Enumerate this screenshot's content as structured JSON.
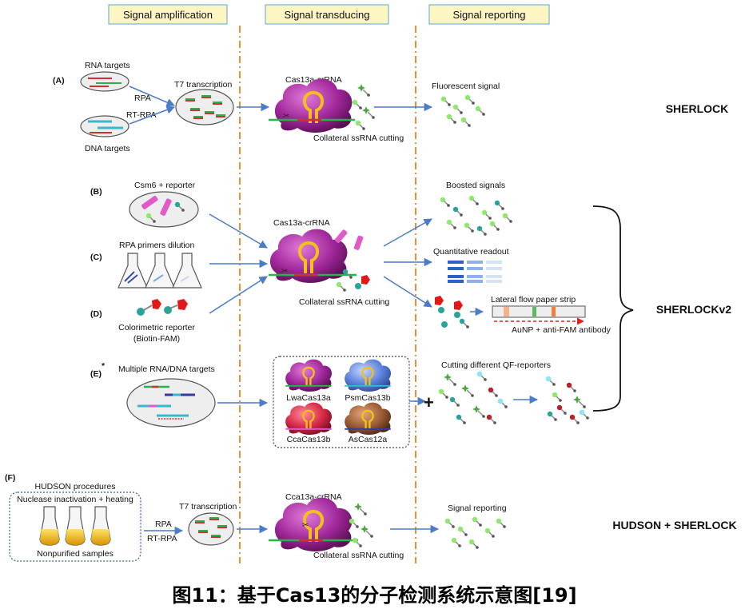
{
  "headers": {
    "amplification": "Signal amplification",
    "transducing": "Signal transducing",
    "reporting": "Signal reporting"
  },
  "panels": {
    "a": {
      "label": "(A)",
      "rna_targets": "RNA targets",
      "dna_targets": "DNA targets",
      "rpa": "RPA",
      "rt_rpa": "RT-RPA",
      "t7": "T7 transcription",
      "enzyme": "Cas13a-crRNA",
      "collateral": "Collateral ssRNA cutting",
      "signal": "Fluorescent  signal",
      "method": "SHERLOCK"
    },
    "b": {
      "label": "(B)",
      "title": "Csm6 + reporter"
    },
    "c": {
      "label": "(C)",
      "title": "RPA primers dilution"
    },
    "d": {
      "label": "(D)",
      "title1": "Colorimetric reporter",
      "title2": "(Biotin-FAM)"
    },
    "bcd": {
      "enzyme": "Cas13a-crRNA",
      "collateral": "Collateral ssRNA cutting",
      "boosted": "Boosted signals",
      "quantitative": "Quantitative readout",
      "lateral": "Lateral flow paper strip",
      "aunp": "AuNP + anti-FAM antibody",
      "method": "SHERLOCKv2"
    },
    "e": {
      "label": "(E)",
      "asterisk": "*",
      "title": "Multiple RNA/DNA targets",
      "enzymes": [
        "LwaCas13a",
        "PsmCas13b",
        "CcaCas13b",
        "AsCas12a"
      ],
      "plus": "+",
      "cutting": "Cutting different QF-reporters"
    },
    "f": {
      "label": "(F)",
      "procedures": "HUDSON procedures",
      "nuclease": "Nuclease inactivation + heating",
      "nonpurified": "Nonpurified samples",
      "rpa": "RPA",
      "rt_rpa": "RT-RPA",
      "t7": "T7 transcription",
      "enzyme": "Cca13a-crRNA",
      "collateral": "Collateral ssRNA cutting",
      "signal": "Signal reporting",
      "method": "HUDSON + SHERLOCK"
    }
  },
  "caption": "图11：基于Cas13的分子检测系统示意图[19]",
  "colors": {
    "header_fill": "#fdf6c3",
    "header_border": "#5aa6d6",
    "divider": "#e8913a",
    "arrow": "#4a7cc7",
    "cas_purple": "#a0279a",
    "cas_blue": "#5b80d9",
    "cas_red": "#d62946",
    "cas_brown": "#9a5a32",
    "crrna_yellow": "#f2c018",
    "reporter_green": "#8ee86b",
    "reporter_teal": "#2aa39a",
    "csm6_pink": "#e05bc8",
    "tube_yellow": "#e9b000"
  }
}
